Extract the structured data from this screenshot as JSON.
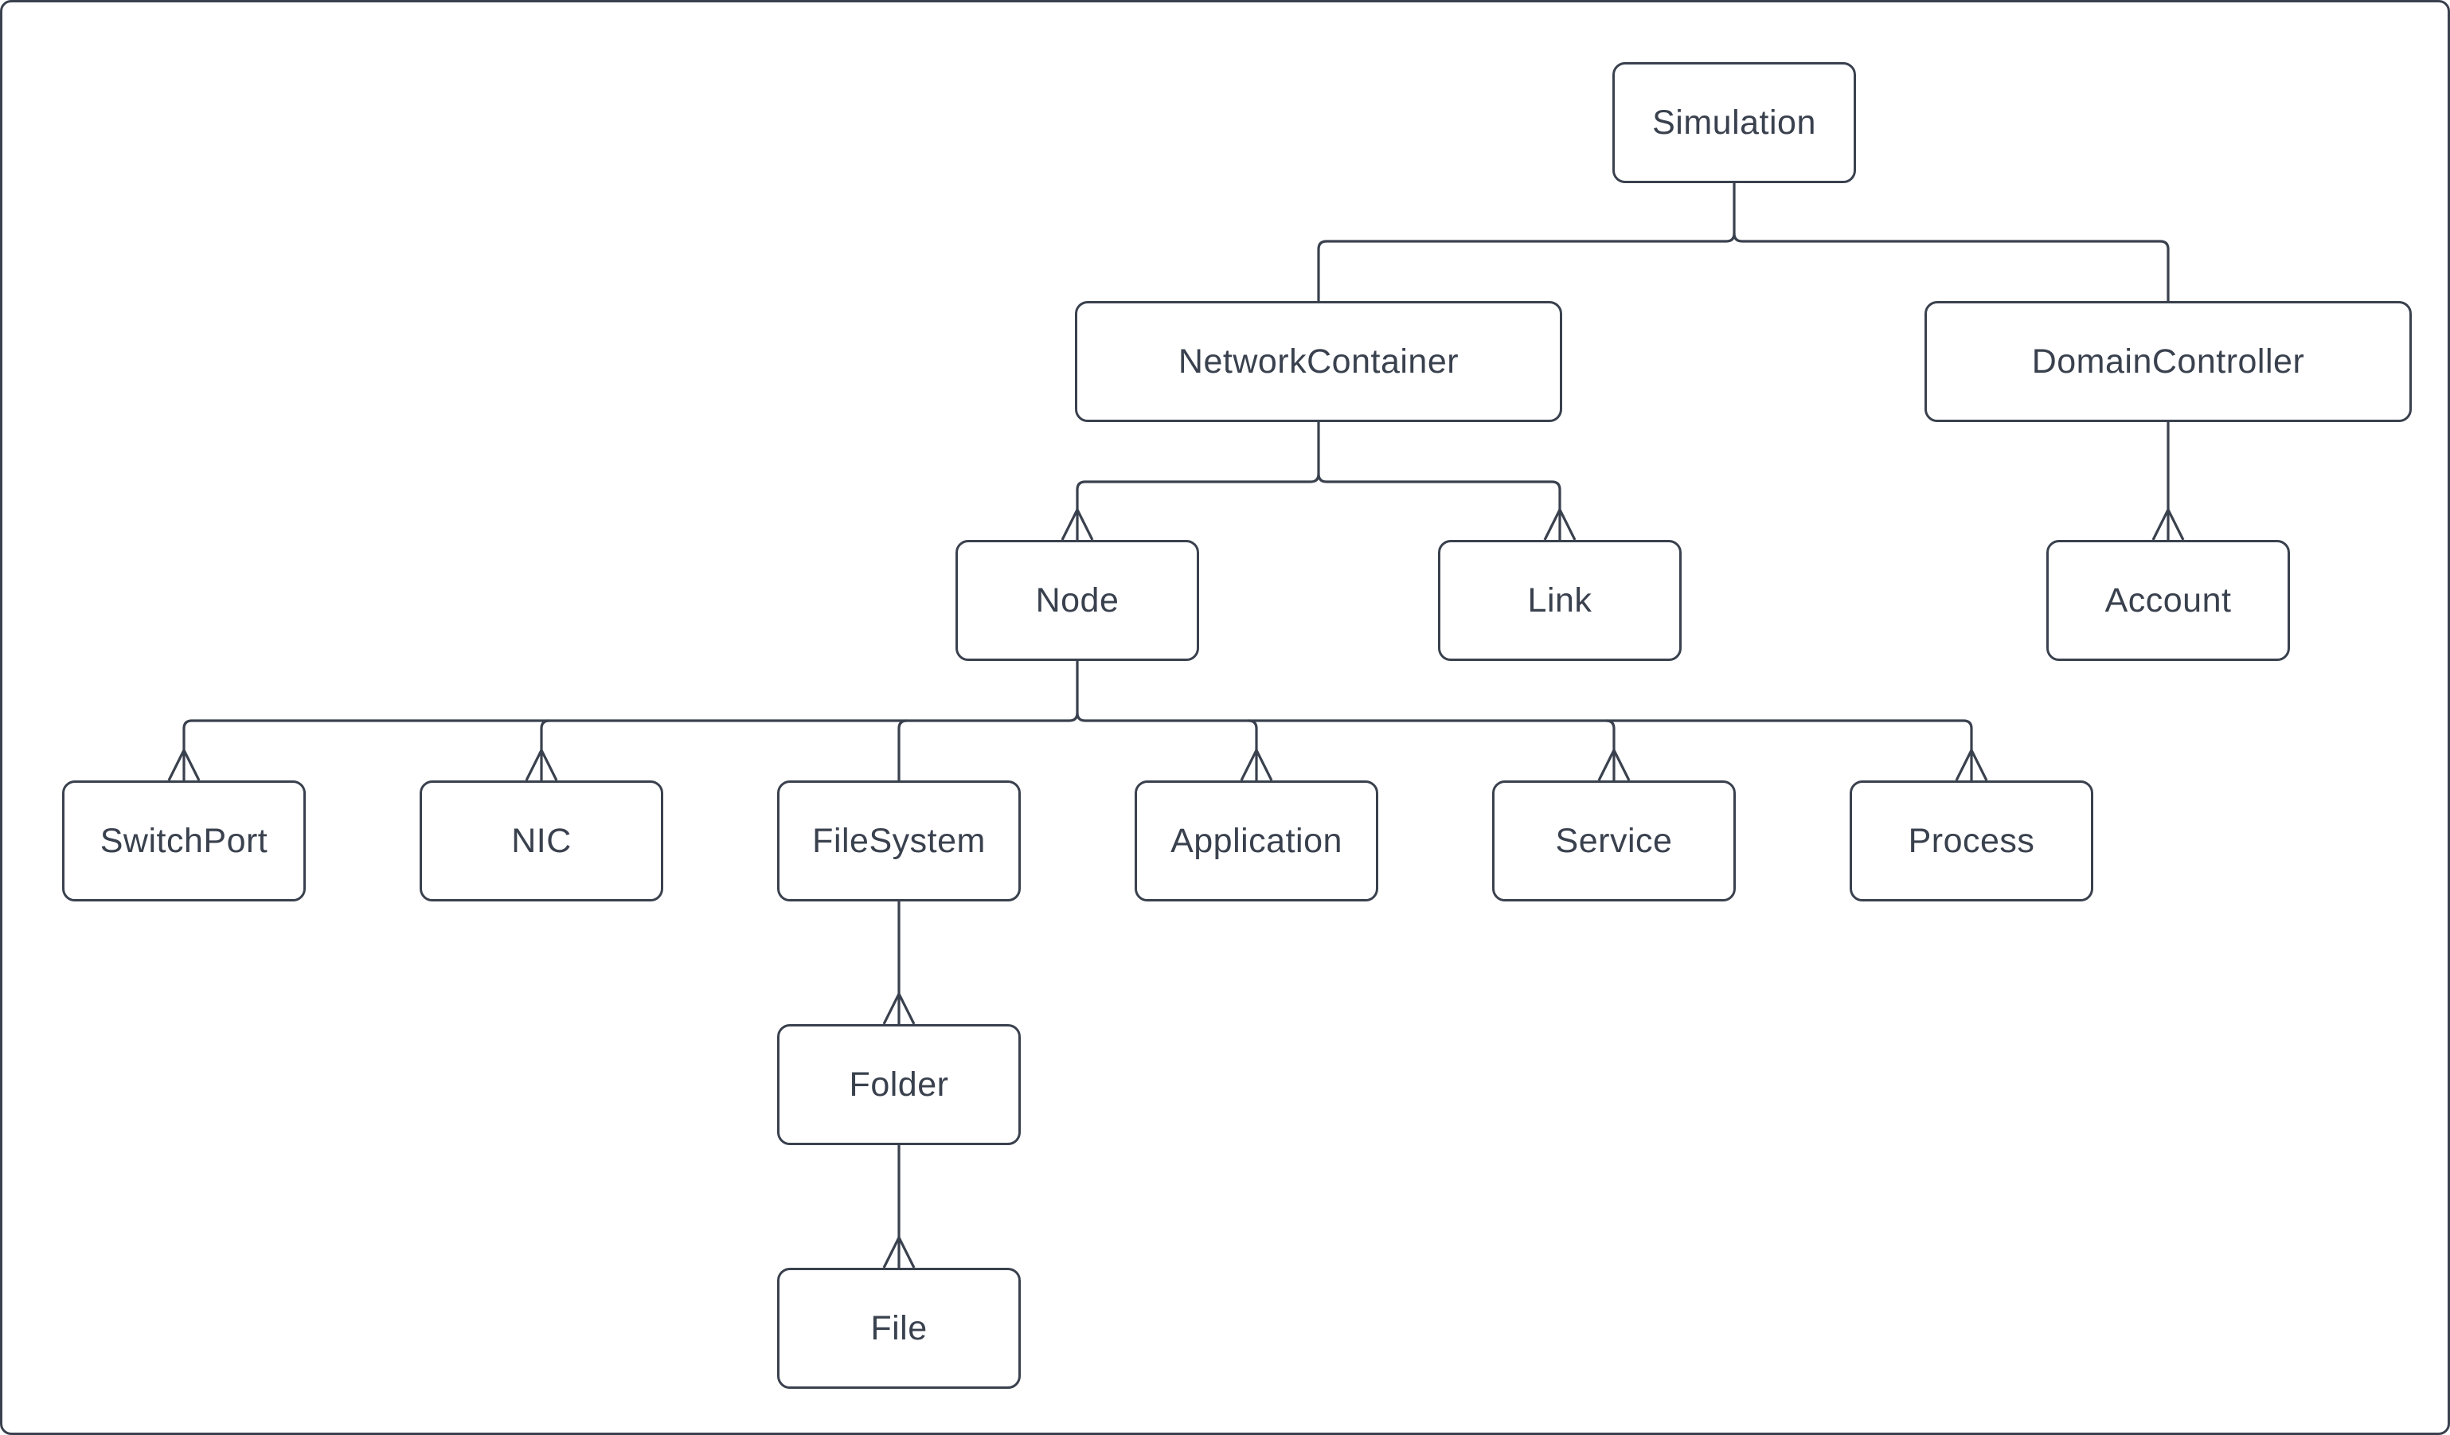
{
  "diagram": {
    "background_color": "#ffffff",
    "stroke_color": "#3a414e",
    "text_color": "#3a414e",
    "nodes": {
      "simulation": {
        "label": "Simulation"
      },
      "network_container": {
        "label": "NetworkContainer"
      },
      "domain_controller": {
        "label": "DomainController"
      },
      "node": {
        "label": "Node"
      },
      "link": {
        "label": "Link"
      },
      "account": {
        "label": "Account"
      },
      "switch_port": {
        "label": "SwitchPort"
      },
      "nic": {
        "label": "NIC"
      },
      "file_system": {
        "label": "FileSystem"
      },
      "application": {
        "label": "Application"
      },
      "service": {
        "label": "Service"
      },
      "process": {
        "label": "Process"
      },
      "folder": {
        "label": "Folder"
      },
      "file": {
        "label": "File"
      }
    },
    "edges": [
      {
        "from": "Simulation",
        "to": "NetworkContainer",
        "arrowhead": "none"
      },
      {
        "from": "Simulation",
        "to": "DomainController",
        "arrowhead": "none"
      },
      {
        "from": "NetworkContainer",
        "to": "Node",
        "arrowhead": "open-chevron-at-child"
      },
      {
        "from": "NetworkContainer",
        "to": "Link",
        "arrowhead": "open-chevron-at-child"
      },
      {
        "from": "DomainController",
        "to": "Account",
        "arrowhead": "open-chevron-at-child"
      },
      {
        "from": "Node",
        "to": "SwitchPort",
        "arrowhead": "open-chevron-at-child"
      },
      {
        "from": "Node",
        "to": "NIC",
        "arrowhead": "open-chevron-at-child"
      },
      {
        "from": "Node",
        "to": "FileSystem",
        "arrowhead": "none"
      },
      {
        "from": "Node",
        "to": "Application",
        "arrowhead": "open-chevron-at-child"
      },
      {
        "from": "Node",
        "to": "Service",
        "arrowhead": "open-chevron-at-child"
      },
      {
        "from": "Node",
        "to": "Process",
        "arrowhead": "open-chevron-at-child"
      },
      {
        "from": "FileSystem",
        "to": "Folder",
        "arrowhead": "open-chevron-at-child"
      },
      {
        "from": "Folder",
        "to": "File",
        "arrowhead": "open-chevron-at-child"
      }
    ]
  }
}
